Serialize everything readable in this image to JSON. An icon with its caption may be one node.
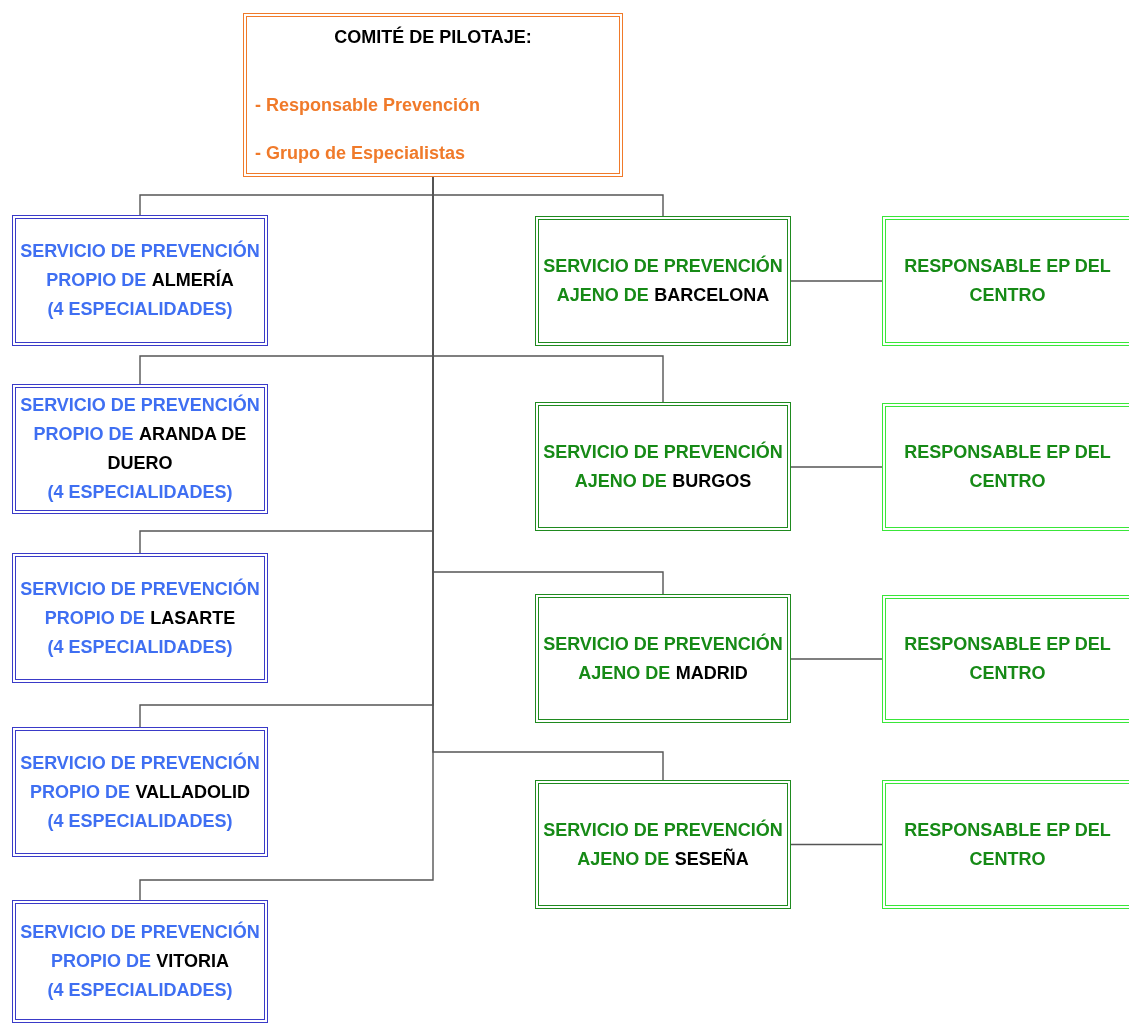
{
  "diagram": {
    "nodes": [
      {
        "text": [
          "COMITÉ DE PILOTAJE:",
          "- Responsable Prevención",
          "- Grupo de Especialistas"
        ]
      },
      {
        "text": [
          "SERVICIO DE PREVENCIÓN PROPIO DE",
          "ALMERÍA",
          "(4 ESPECIALIDADES)"
        ]
      },
      {
        "text": [
          "SERVICIO DE PREVENCIÓN AJENO DE",
          "BARCELONA"
        ]
      },
      {
        "text": [
          "RESPONSABLE EP DEL CENTRO"
        ]
      },
      {
        "text": [
          "SERVICIO DE PREVENCIÓN PROPIO DE",
          "ARANDA DE DUERO",
          "(4 ESPECIALIDADES)"
        ]
      },
      {
        "text": [
          "SERVICIO DE PREVENCIÓN AJENO DE",
          "BURGOS"
        ]
      },
      {
        "text": [
          "RESPONSABLE EP DEL CENTRO"
        ]
      },
      {
        "text": [
          "SERVICIO DE PREVENCIÓN PROPIO DE",
          "LASARTE",
          "(4 ESPECIALIDADES)"
        ]
      },
      {
        "text": [
          "SERVICIO DE PREVENCIÓN AJENO DE",
          "MADRID"
        ]
      },
      {
        "text": [
          "RESPONSABLE EP DEL CENTRO"
        ]
      },
      {
        "text": [
          "SERVICIO DE PREVENCIÓN PROPIO DE",
          "VALLADOLID",
          "(4 ESPECIALIDADES)"
        ]
      },
      {
        "text": [
          "SERVICIO DE PREVENCIÓN AJENO DE",
          "SESEÑA"
        ]
      },
      {
        "text": [
          "RESPONSABLE EP DEL CENTRO"
        ]
      },
      {
        "text": [
          "SERVICIO DE PREVENCIÓN PROPIO DE",
          "VITORIA",
          "(4 ESPECIALIDADES)"
        ]
      }
    ],
    "edges": [
      {
        "from": 0,
        "to": 1,
        "arrow": "none"
      },
      {
        "from": 0,
        "to": 2,
        "arrow": "none"
      },
      {
        "from": 2,
        "to": 3,
        "arrow": "none"
      },
      {
        "from": 0,
        "to": 4,
        "arrow": "none"
      },
      {
        "from": 0,
        "to": 5,
        "arrow": "none"
      },
      {
        "from": 5,
        "to": 6,
        "arrow": "none"
      },
      {
        "from": 0,
        "to": 7,
        "arrow": "none"
      },
      {
        "from": 0,
        "to": 8,
        "arrow": "none"
      },
      {
        "from": 8,
        "to": 9,
        "arrow": "none"
      },
      {
        "from": 0,
        "to": 10,
        "arrow": "none"
      },
      {
        "from": 0,
        "to": 11,
        "arrow": "none"
      },
      {
        "from": 11,
        "to": 12,
        "arrow": "none"
      },
      {
        "from": 0,
        "to": 13,
        "arrow": "none"
      }
    ]
  }
}
